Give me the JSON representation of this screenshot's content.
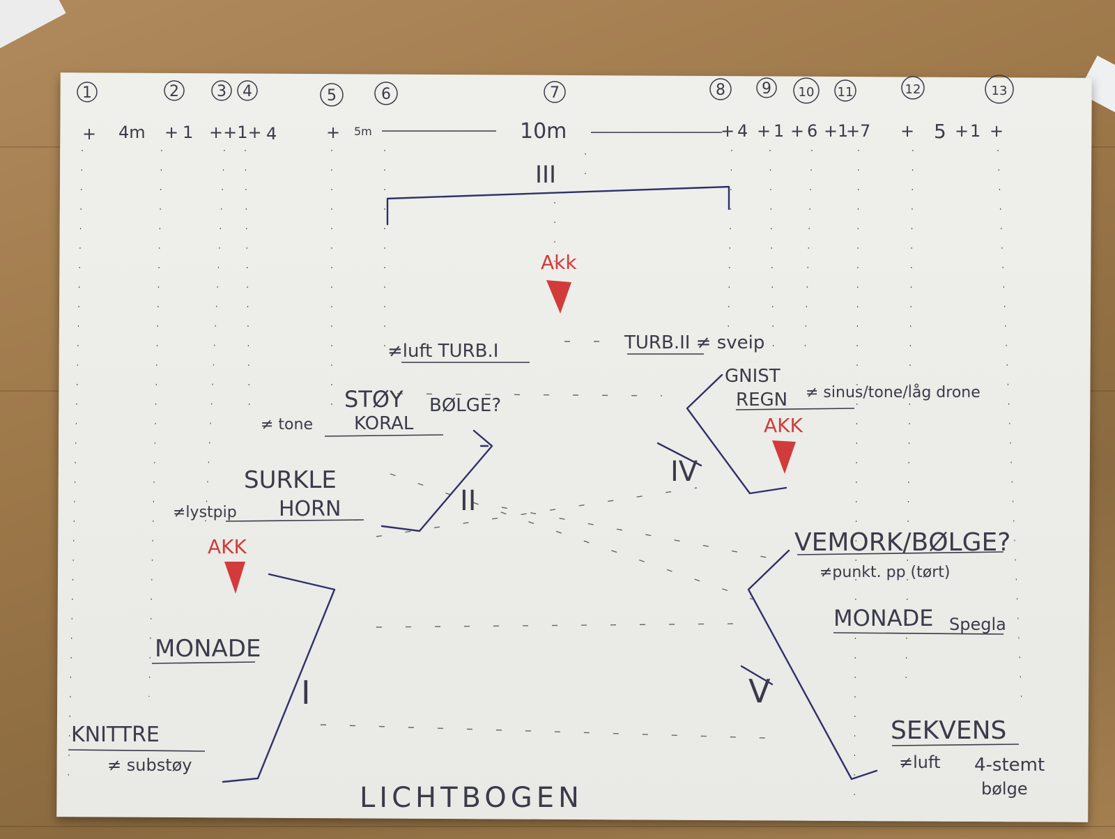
{
  "colors": {
    "ink": "#2f2f6a",
    "pencil": "#3a3a4a",
    "red": "#d23b3b",
    "paper": "#ecece8",
    "table": "#9c7748"
  },
  "column_markers": [
    "1",
    "2",
    "3",
    "4",
    "5",
    "6",
    "7",
    "8",
    "9",
    "10",
    "11",
    "12",
    "13"
  ],
  "ruler": {
    "left": "4m",
    "mid_left": "1",
    "small": "5m",
    "center": "10m",
    "r1": "4",
    "r2": "1",
    "r3": "6",
    "r4": "1",
    "r5": "7",
    "r6": "5",
    "r7": "1"
  },
  "section_marks": {
    "top": "III",
    "left": "II",
    "right": "IV",
    "bottom_left": "I",
    "bottom_right": "V"
  },
  "labels": {
    "akk_top": "Akk",
    "turb1": "≠luft TURB.I",
    "turb2": "TURB.II ≠ sveip",
    "gnist": "GNIST",
    "regn": "REGN",
    "regn_note": "≠ sinus/tone/låg drone",
    "akk_right": "AKK",
    "stoy": "STØY",
    "bolge_q": "BØLGE?",
    "tone_note": "≠ tone",
    "koral": "KORAL",
    "surkle": "SURKLE",
    "lystpip": "≠lystpip",
    "horn": "HORN",
    "akk_left": "AKK",
    "vemork": "VEMORK/BØLGE?",
    "punkt_note": "≠punkt. pp (tørt)",
    "monade": "MONADE",
    "monade_spegla": "MONADE",
    "spegla": "Spegla",
    "knittre": "KNITTRE",
    "substoy": "≠ substøy",
    "sekvens": "SEKVENS",
    "luft4": "≠luft",
    "stemt": "4-stemt",
    "bolge": "bølge",
    "title": "LICHTBOGEN"
  }
}
